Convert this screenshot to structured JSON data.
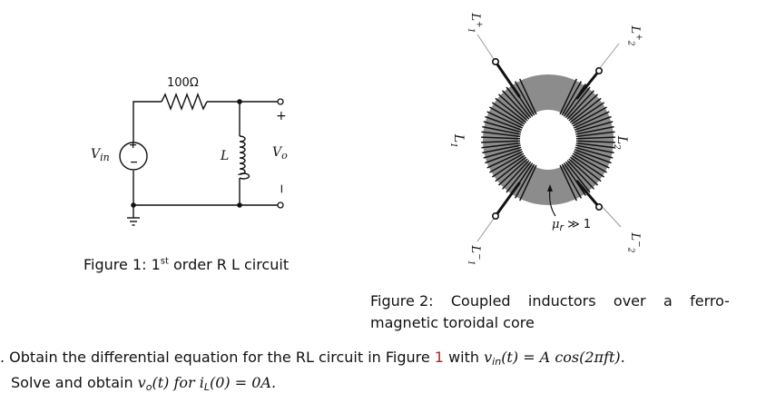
{
  "figure1": {
    "resistor_label": "100Ω",
    "source_label": "V",
    "source_label_sub": "in",
    "inductor_label": "L",
    "output_label": "V",
    "output_label_sub": "o",
    "plus_sign": "+",
    "minus_sign": "−",
    "caption_prefix": "Figure 1: 1",
    "caption_sup": "st",
    "caption_suffix": " order R L circuit"
  },
  "figure2": {
    "label_L1_plus": "L",
    "label_L1_plus_sub": "1",
    "label_L1_plus_sup": "+",
    "label_L2_plus": "L",
    "label_L2_plus_sub": "2",
    "label_L2_plus_sup": "+",
    "label_L1": "L",
    "label_L1_sub": "1",
    "label_L2": "L",
    "label_L2_sub": "2",
    "label_L1_minus": "L",
    "label_L1_minus_sub": "1",
    "label_L1_minus_sup": "−",
    "label_L2_minus": "L",
    "label_L2_minus_sub": "2",
    "label_L2_minus_sup": "−",
    "mu_label": "μ",
    "mu_sub": "r",
    "mu_rel": " ≫ 1",
    "caption_word1": "Figure 2:",
    "caption_word2": "Coupled",
    "caption_word3": "inductors",
    "caption_word4": "over",
    "caption_word5": "a",
    "caption_word6": "ferro-",
    "caption_line2": "magnetic toroidal core"
  },
  "problem": {
    "line1_a": ". Obtain the differential equation for the RL circuit in Figure ",
    "line1_ref": "1",
    "line1_b": " with ",
    "line1_math": "v",
    "line1_math_sub": "in",
    "line1_math_rest": "(t)  =  A cos(2πft).",
    "line2_a": "Solve and obtain ",
    "line2_math": "v",
    "line2_math_sub": "o",
    "line2_math_mid": "(t) for i",
    "line2_math_sub2": "L",
    "line2_math_rest": "(0) = 0A."
  }
}
